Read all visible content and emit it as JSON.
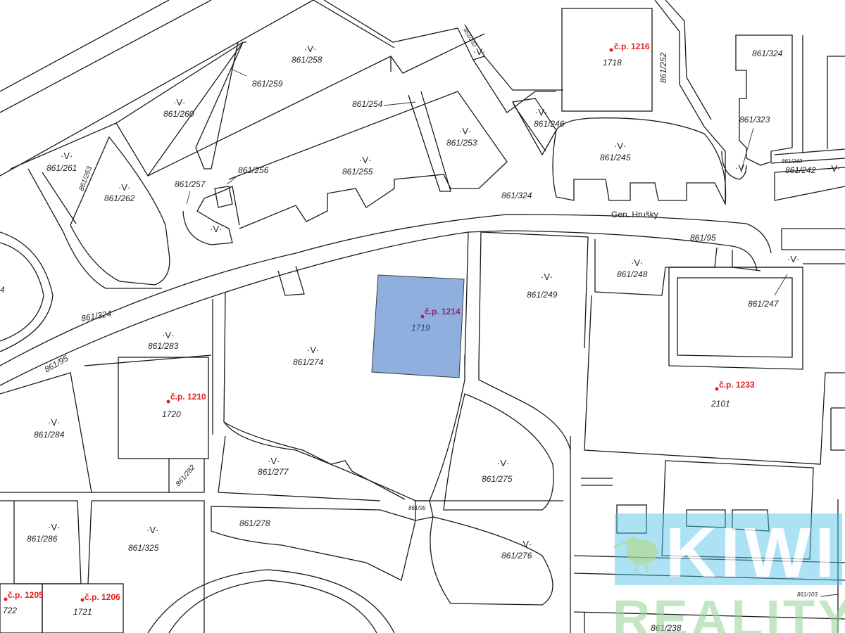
{
  "parcels": [
    {
      "id": "p258",
      "label": "861/258",
      "v": true
    },
    {
      "id": "p259",
      "label": "861/259",
      "v": false
    },
    {
      "id": "p260",
      "label": "861/260",
      "v": true
    },
    {
      "id": "p261",
      "label": "861/261",
      "v": true
    },
    {
      "id": "p263",
      "label": "861/263",
      "v": false
    },
    {
      "id": "p262",
      "label": "861/262",
      "v": true
    },
    {
      "id": "p257",
      "label": "861/257",
      "v": false
    },
    {
      "id": "p256",
      "label": "861/256",
      "v": false
    },
    {
      "id": "p255",
      "label": "861/255",
      "v": true
    },
    {
      "id": "p254",
      "label": "861/254",
      "v": false
    },
    {
      "id": "p253",
      "label": "861/253",
      "v": true
    },
    {
      "id": "p250",
      "label": "861/250",
      "v": false
    },
    {
      "id": "p246",
      "label": "861/246",
      "v": true
    },
    {
      "id": "p245",
      "label": "861/245",
      "v": true
    },
    {
      "id": "p252",
      "label": "861/252",
      "v": false
    },
    {
      "id": "p324a",
      "label": "861/324",
      "v": false
    },
    {
      "id": "p323",
      "label": "861/323",
      "v": false
    },
    {
      "id": "p242",
      "label": "861/242",
      "v": true
    },
    {
      "id": "p243",
      "label": "861/243",
      "v": false
    },
    {
      "id": "p324b",
      "label": "861/324",
      "v": false
    },
    {
      "id": "p324c",
      "label": "861/324",
      "v": false
    },
    {
      "id": "p95a",
      "label": "861/95",
      "v": false
    },
    {
      "id": "p95b",
      "label": "861/95",
      "v": false
    },
    {
      "id": "p95c",
      "label": "861/95",
      "v": false
    },
    {
      "id": "p248",
      "label": "861/248",
      "v": true
    },
    {
      "id": "p247",
      "label": "861/247",
      "v": false
    },
    {
      "id": "p249",
      "label": "861/249",
      "v": true
    },
    {
      "id": "p274",
      "label": "861/274",
      "v": true
    },
    {
      "id": "p283",
      "label": "861/283",
      "v": true
    },
    {
      "id": "p284",
      "label": "861/284",
      "v": true
    },
    {
      "id": "p282",
      "label": "861/282",
      "v": false
    },
    {
      "id": "p277",
      "label": "861/277",
      "v": true
    },
    {
      "id": "p275",
      "label": "861/275",
      "v": true
    },
    {
      "id": "p278",
      "label": "861/278",
      "v": false
    },
    {
      "id": "p276",
      "label": "861/276",
      "v": true
    },
    {
      "id": "p286",
      "label": "861/286",
      "v": true
    },
    {
      "id": "p325",
      "label": "861/325",
      "v": true
    },
    {
      "id": "p103",
      "label": "861/103",
      "v": false
    },
    {
      "id": "p238",
      "label": "861/238",
      "v": false
    },
    {
      "id": "p4",
      "label": "4",
      "v": false
    }
  ],
  "street_name": "Gen. Hrušky",
  "buildings": [
    {
      "id": "b1216",
      "cp": "č.p. 1216",
      "num": "1718"
    },
    {
      "id": "b1214",
      "cp": "č.p. 1214",
      "num": "1719"
    },
    {
      "id": "b1210",
      "cp": "č.p. 1210",
      "num": "1720"
    },
    {
      "id": "b1233",
      "cp": "č.p. 1233",
      "num": "2101"
    },
    {
      "id": "b1205",
      "cp": "č.p. 1205",
      "num": "722"
    },
    {
      "id": "b1206",
      "cp": "č.p. 1206",
      "num": "1721"
    }
  ],
  "highlight_color": "#8fb0de",
  "watermark": {
    "line1": "KIWI",
    "line2": "REALITY"
  },
  "colors": {
    "cp_red": "#e41e1e",
    "highlight_cp": "#a0206a",
    "watermark_blue": "#4fc3ea",
    "watermark_green": "#9ad39a"
  }
}
